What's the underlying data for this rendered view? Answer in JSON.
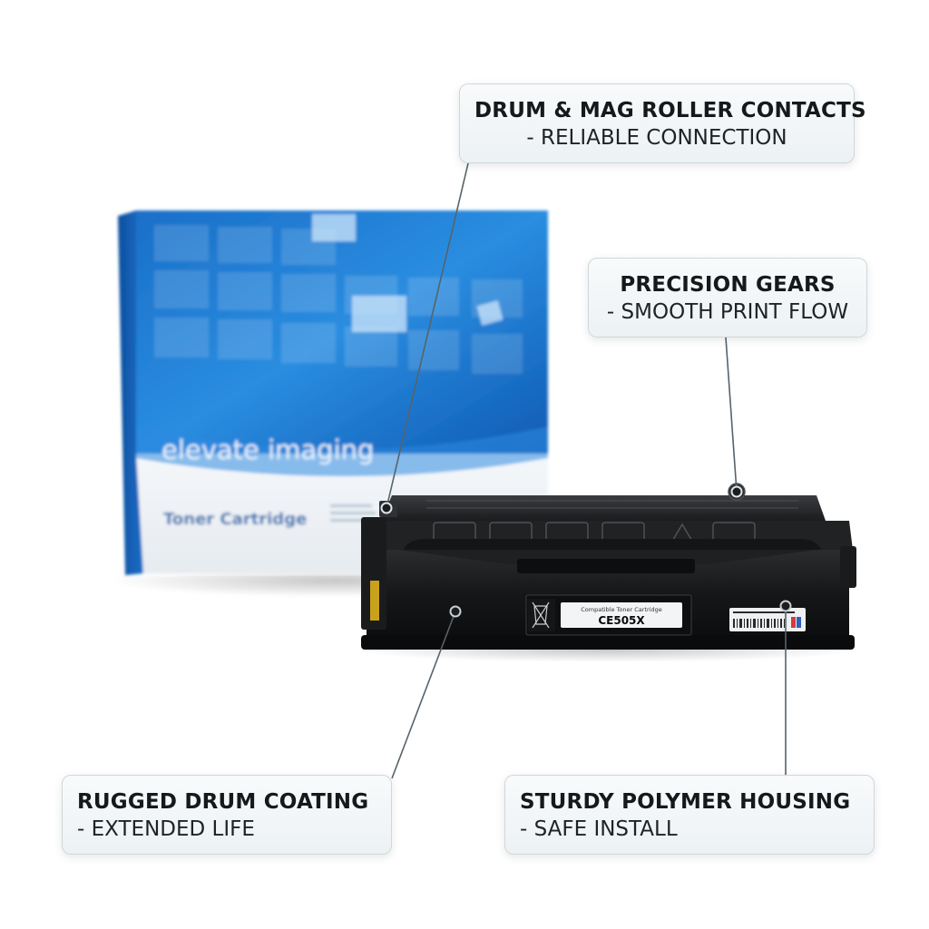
{
  "box": {
    "brand": "elevate imaging",
    "product": "Toner Cartridge",
    "color": "#1f78cf"
  },
  "cartridge": {
    "label_line1": "Compatible Toner Cartridge",
    "label_model": "CE505X",
    "color": "#111213"
  },
  "callouts": {
    "contacts": {
      "title": "DRUM & MAG ROLLER CONTACTS",
      "subtitle": "- RELIABLE CONNECTION"
    },
    "gears": {
      "title": "PRECISION GEARS",
      "subtitle": "- SMOOTH PRINT FLOW"
    },
    "drum": {
      "title": "RUGGED DRUM COATING",
      "subtitle": "- EXTENDED LIFE"
    },
    "housing": {
      "title": "STURDY POLYMER HOUSING",
      "subtitle": "- SAFE INSTALL"
    }
  },
  "colors": {
    "leader_line": "#55636b",
    "callout_border": "#cfd7dc"
  }
}
